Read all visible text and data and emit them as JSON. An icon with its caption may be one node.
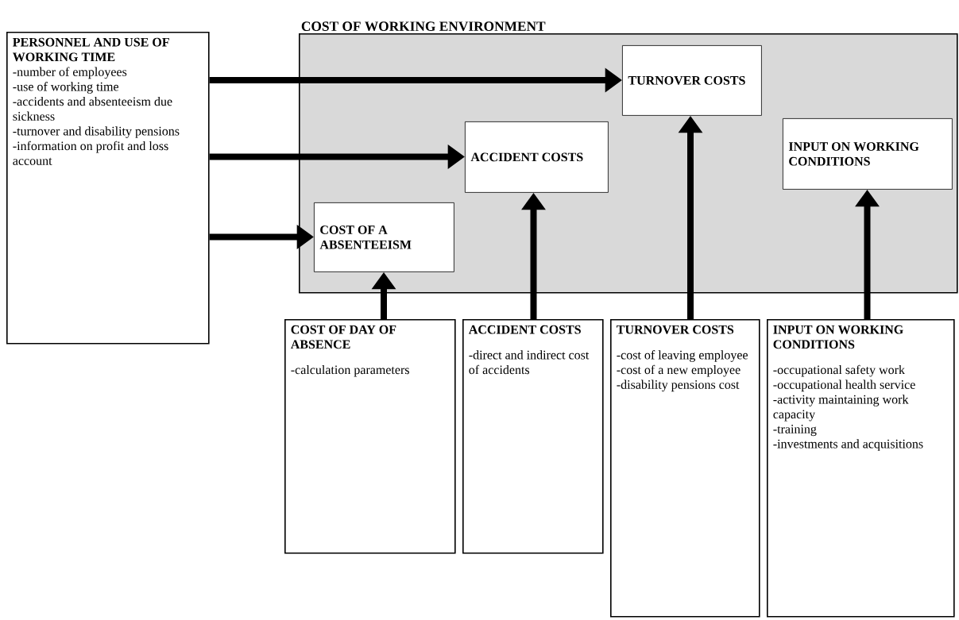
{
  "diagram": {
    "nodes": [
      {
        "text": [
          "COST OF WORKING ENVIRONMENT"
        ]
      },
      {
        "text": [
          "TURNOVER COSTS"
        ],
        "in": 0
      },
      {
        "text": [
          "ACCIDENT COSTS"
        ],
        "in": 0
      },
      {
        "text": [
          "INPUT ON WORKING CONDITIONS"
        ],
        "in": 0
      },
      {
        "text": [
          "COST OF A ABSENTEEISM"
        ],
        "in": 0
      },
      {
        "text": [
          "PERSONNEL AND USE OF WORKING TIME",
          "-number of employees",
          "-use of working time",
          "-accidents and absenteeism due sickness",
          "-turnover and disability pensions",
          "-information on profit and loss account"
        ]
      },
      {
        "text": [
          "COST OF DAY OF ABSENCE",
          "-calculation parameters"
        ]
      },
      {
        "text": [
          "ACCIDENT COSTS",
          "-direct and indirect cost of accidents"
        ]
      },
      {
        "text": [
          "TURNOVER COSTS",
          "-cost of leaving employee",
          "-cost of a new employee",
          "-disability pensions cost"
        ]
      },
      {
        "text": [
          "INPUT ON WORKING CONDITIONS",
          "-occupational safety work",
          "-occupational health service",
          "-activity maintaining work capacity",
          "-training",
          "-investments and acquisitions"
        ]
      }
    ],
    "edges": [
      {
        "from": 5,
        "to": 1,
        "arrow": "to"
      },
      {
        "from": 5,
        "to": 2,
        "arrow": "to"
      },
      {
        "from": 5,
        "to": 4,
        "arrow": "to"
      },
      {
        "from": 6,
        "to": 4,
        "arrow": "to"
      },
      {
        "from": 7,
        "to": 2,
        "arrow": "to"
      },
      {
        "from": 8,
        "to": 1,
        "arrow": "to"
      },
      {
        "from": 9,
        "to": 3,
        "arrow": "to"
      }
    ]
  }
}
